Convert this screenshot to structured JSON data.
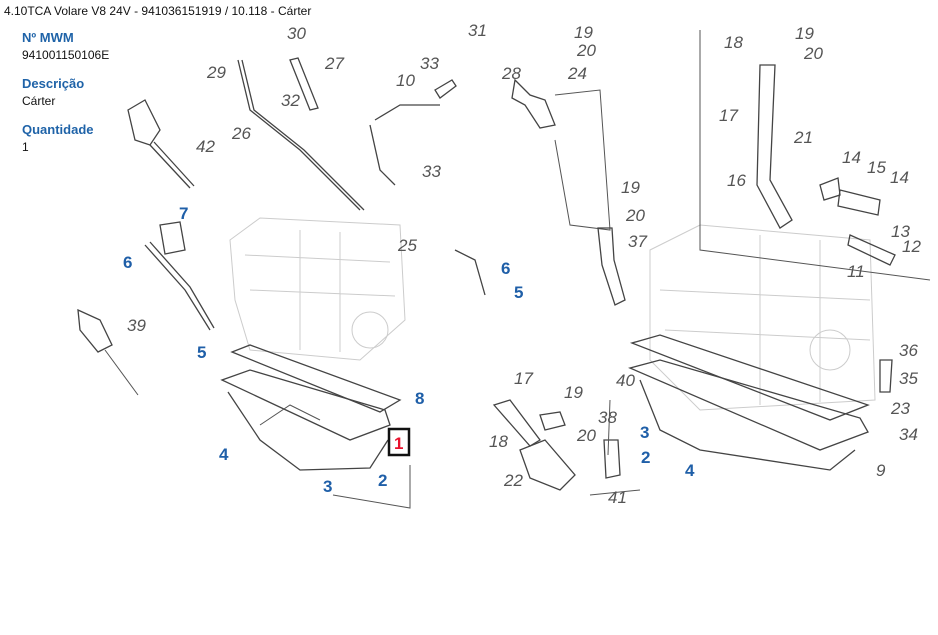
{
  "header": {
    "title": "4.10TCA Volare V8 24V - 941036151919  /  10.118 - Cárter"
  },
  "details": {
    "part_number_label": "Nº MWM",
    "part_number": "941001150106E",
    "description_label": "Descrição",
    "description": "Cárter",
    "quantity_label": "Quantidade",
    "quantity": "1"
  },
  "diagram": {
    "highlighted_callout": "1",
    "callouts_gray": [
      "42",
      "26",
      "29",
      "30",
      "32",
      "27",
      "31",
      "33",
      "10",
      "33",
      "25",
      "28",
      "24",
      "19",
      "20",
      "18",
      "19",
      "20",
      "17",
      "21",
      "16",
      "14",
      "15",
      "14",
      "13",
      "12",
      "11",
      "19",
      "20",
      "37",
      "39",
      "36",
      "35",
      "23",
      "34",
      "9",
      "17",
      "19",
      "20",
      "18",
      "22",
      "41",
      "40",
      "38"
    ],
    "callouts_blue": [
      "7",
      "6",
      "5",
      "6",
      "5",
      "8",
      "4",
      "3",
      "2",
      "3",
      "2",
      "4"
    ],
    "colors": {
      "blue": "#1f5fa8",
      "gray": "#555555",
      "highlight": "#e8112d"
    }
  }
}
